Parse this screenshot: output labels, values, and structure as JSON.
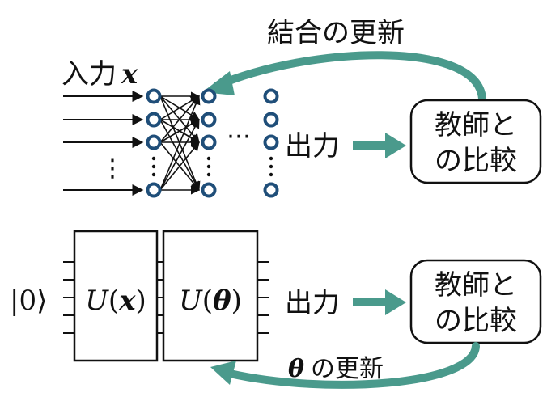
{
  "classical": {
    "input_label": "入力",
    "input_var": "x",
    "output_label": "出力",
    "ellipsis_h": "⋯",
    "ellipsis_v": "⋮",
    "teacher_line1": "教師と",
    "teacher_line2": "の比較",
    "feedback_label": "結合の更新"
  },
  "quantum": {
    "ket": "|0⟩",
    "gate1_U": "U",
    "gate1_arg": "x",
    "gate2_U": "U",
    "gate2_arg": "θ",
    "output_label": "出力",
    "teacher_line1": "教師と",
    "teacher_line2": "の比較",
    "feedback_theta": "θ",
    "feedback_label": "の更新"
  },
  "colors": {
    "accent": "#4a9a8c",
    "node_stroke": "#1f4e79",
    "line": "#111111"
  }
}
